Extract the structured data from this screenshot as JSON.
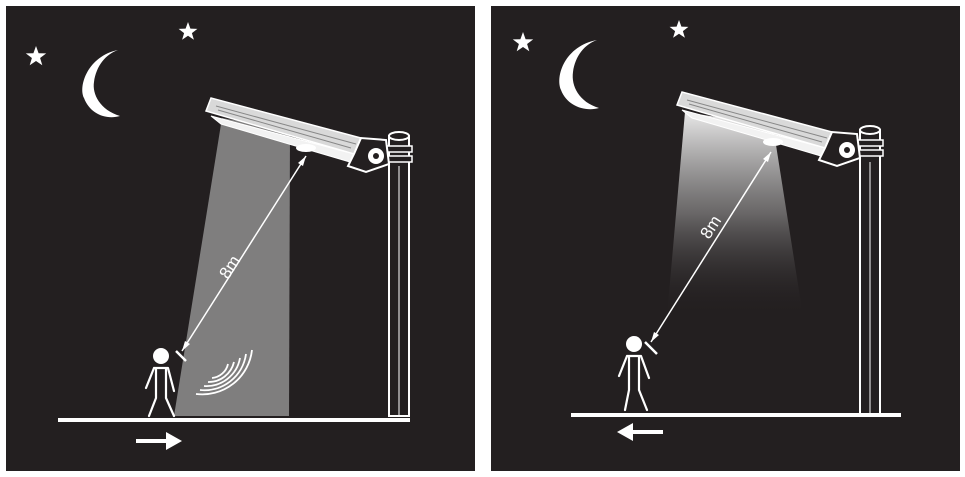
{
  "panels": [
    {
      "id": "left",
      "distance_label": "8m",
      "light_state": "dim-wide-cone",
      "motion_sensing": true,
      "walk_direction": "right",
      "icon": "arrow-right-icon"
    },
    {
      "id": "right",
      "distance_label": "8m",
      "light_state": "bright-gradient-cone",
      "motion_sensing": false,
      "walk_direction": "left",
      "icon": "arrow-left-icon"
    }
  ],
  "colors": {
    "background": "#231f20",
    "foreground": "#ffffff",
    "light_beam": "#7f7e7e",
    "page": "#ffffff"
  }
}
